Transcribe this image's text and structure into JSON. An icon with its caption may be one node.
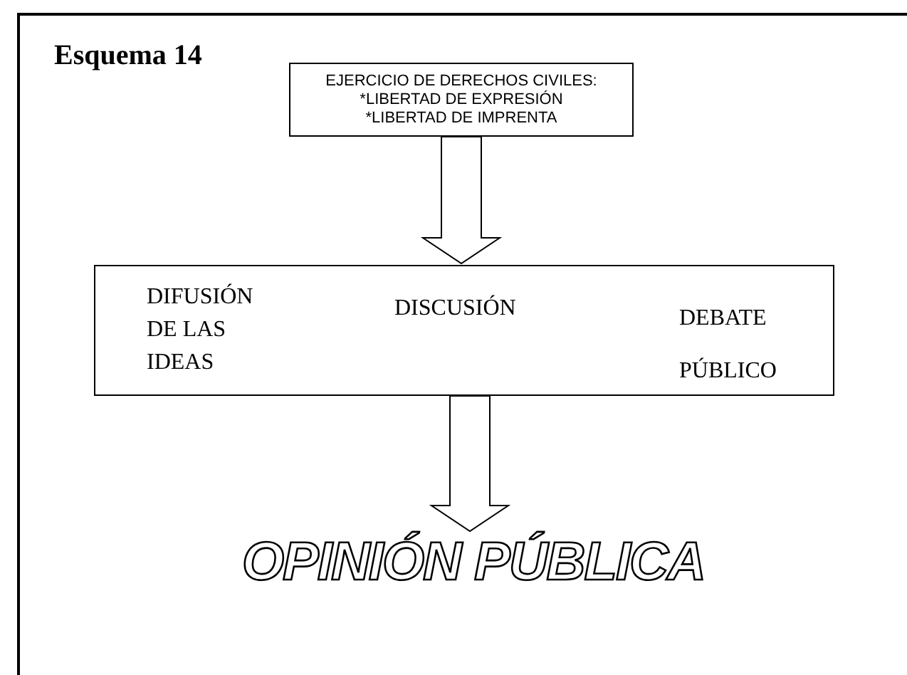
{
  "diagram": {
    "title": "Esquema 14",
    "nodes": [
      {
        "text": [
          "EJERCICIO DE DERECHOS CIVILES:",
          "*LIBERTAD DE EXPRESIÓN",
          "*LIBERTAD DE IMPRENTA"
        ]
      },
      {
        "text": [
          "DIFUSIÓN DE LAS IDEAS",
          "DISCUSIÓN",
          "DEBATE PÚBLICO"
        ]
      },
      {
        "text": [
          "OPINIÓN PÚBLICA"
        ]
      }
    ],
    "edges": [
      {
        "from": 0,
        "to": 1,
        "arrow": "to"
      },
      {
        "from": 1,
        "to": 2,
        "arrow": "to"
      }
    ]
  }
}
